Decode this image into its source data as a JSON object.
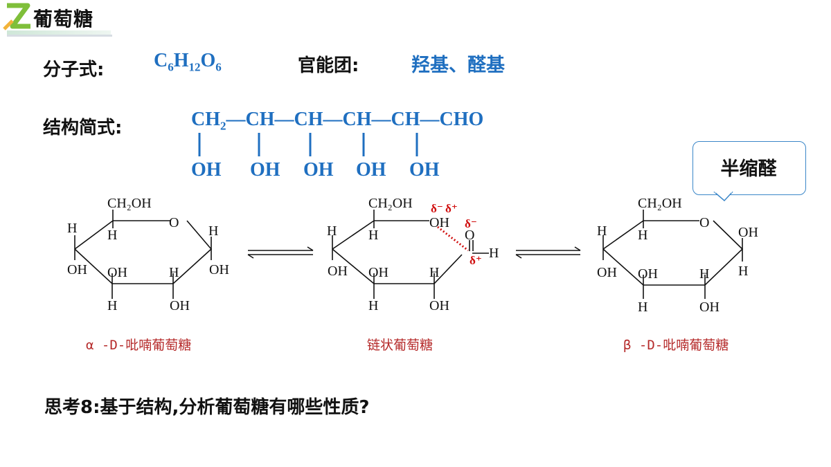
{
  "header": {
    "logo_letter": "Z",
    "title": "葡萄糖"
  },
  "molecular_formula": {
    "label": "分子式:",
    "value_parts": [
      "C",
      "6",
      "H",
      "12",
      "O",
      "6"
    ]
  },
  "functional_groups": {
    "label": "官能团:",
    "value": "羟基、醛基"
  },
  "structural_formula": {
    "label": "结构简式:",
    "chain": [
      "CH",
      "2",
      "—CH—CH—CH—CH—CHO"
    ],
    "substituents": [
      "OH",
      "OH",
      "OH",
      "OH",
      "OH"
    ]
  },
  "callout": {
    "text": "半缩醛"
  },
  "structures": {
    "alpha": {
      "caption": "α -D-吡喃葡萄糖",
      "atoms": {
        "ch2oh": "CH₂OH",
        "ring_o": "O",
        "c4_h_top": "H",
        "c5_h": "H",
        "c1_h": "H",
        "c4_oh": "OH",
        "c3_oh": "OH",
        "c2_h": "H",
        "c1_oh": "OH",
        "c3_h": "H",
        "c2_oh": "OH"
      }
    },
    "chain": {
      "caption": "链状葡萄糖",
      "atoms": {
        "ch2oh": "CH₂OH",
        "oh5": "OH",
        "c4_h_top": "H",
        "c5_h": "H",
        "c4_oh": "OH",
        "c3_oh": "OH",
        "c2_h": "H",
        "c3_h": "H",
        "c2_oh": "OH",
        "carbonyl_o": "O",
        "aldehyde_h": "H"
      },
      "charges": {
        "delta_minus_o5": "δ⁻",
        "delta_plus_h5": "δ⁺",
        "delta_minus_carbonyl": "δ⁻",
        "delta_plus_carbon": "δ⁺"
      }
    },
    "beta": {
      "caption": "β -D-吡喃葡萄糖",
      "atoms": {
        "ch2oh": "CH₂OH",
        "ring_o": "O",
        "c4_h_top": "H",
        "c5_h": "H",
        "c1_oh": "OH",
        "c4_oh": "OH",
        "c3_oh": "OH",
        "c2_h": "H",
        "c1_h": "H",
        "c3_h": "H",
        "c2_oh": "OH"
      }
    }
  },
  "question": {
    "text": "思考8:基于结构,分析葡萄糖有哪些性质?"
  },
  "colors": {
    "blue": "#1f6fc0",
    "red_caption": "#b52a2a",
    "red_charge": "#d01010",
    "logo_green": "#7fbf3a"
  }
}
